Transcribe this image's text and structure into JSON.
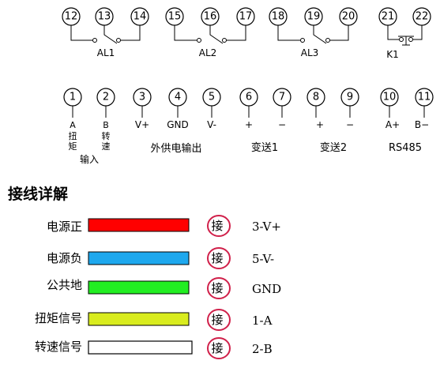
{
  "top_terminals": [
    "12",
    "13",
    "14",
    "15",
    "16",
    "17",
    "18",
    "19",
    "20",
    "21",
    "22"
  ],
  "relays": [
    {
      "name": "AL1"
    },
    {
      "name": "AL2"
    },
    {
      "name": "AL3"
    },
    {
      "name": "K1"
    }
  ],
  "bottom_terminals": [
    {
      "num": "1",
      "sign": "A"
    },
    {
      "num": "2",
      "sign": "B"
    },
    {
      "num": "3",
      "sign": "V+"
    },
    {
      "num": "4",
      "sign": "GND"
    },
    {
      "num": "5",
      "sign": "V-"
    },
    {
      "num": "6",
      "sign": "+"
    },
    {
      "num": "7",
      "sign": "−"
    },
    {
      "num": "8",
      "sign": "+"
    },
    {
      "num": "9",
      "sign": "−"
    },
    {
      "num": "10",
      "sign": "A+"
    },
    {
      "num": "11",
      "sign": "B−"
    }
  ],
  "vertical_labels": {
    "t1": [
      "扭",
      "矩"
    ],
    "t2": [
      "转",
      "速"
    ]
  },
  "group_labels": {
    "input": "输入",
    "power_out": "外供电输出",
    "tx1": "变送1",
    "tx2": "变送2",
    "rs485": "RS485"
  },
  "section_title": "接线详解",
  "wiring": [
    {
      "label": "电源正",
      "color": "#ff0000",
      "tag": "接",
      "conn": "3-V+"
    },
    {
      "label": "电源负",
      "color": "#1ea8ee",
      "tag": "接",
      "conn": "5-V-"
    },
    {
      "label": "公共地",
      "color": "#22ee22",
      "tag": "接",
      "conn": "GND"
    },
    {
      "label": "扭矩信号",
      "color": "#d9ec1e",
      "tag": "接",
      "conn": "1-A"
    },
    {
      "label": "转速信号",
      "color": "#ffffff",
      "tag": "接",
      "conn": "2-B"
    }
  ]
}
